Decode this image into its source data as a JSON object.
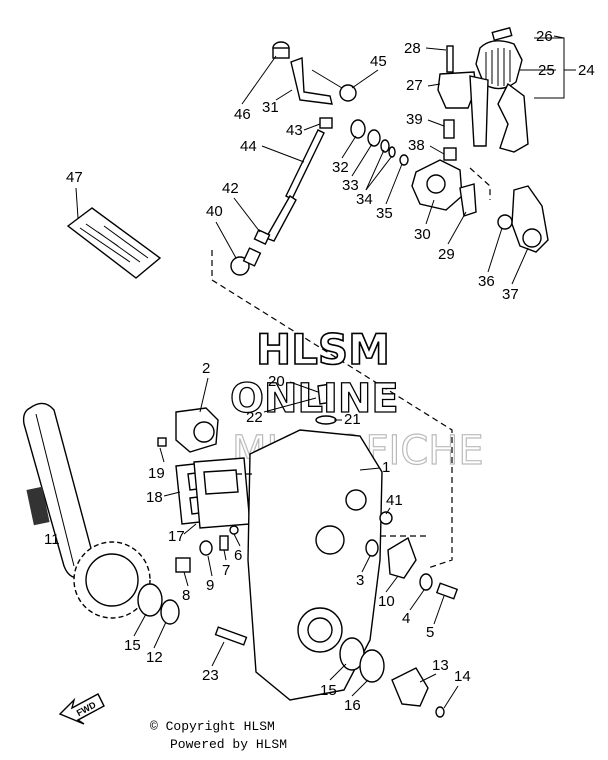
{
  "callouts": [
    {
      "label": "26"
    },
    {
      "label": "28"
    },
    {
      "label": "24"
    },
    {
      "label": "25"
    },
    {
      "label": "45"
    },
    {
      "label": "27"
    },
    {
      "label": "46"
    },
    {
      "label": "31"
    },
    {
      "label": "39"
    },
    {
      "label": "43"
    },
    {
      "label": "44"
    },
    {
      "label": "38"
    },
    {
      "label": "32"
    },
    {
      "label": "33"
    },
    {
      "label": "34"
    },
    {
      "label": "35"
    },
    {
      "label": "47"
    },
    {
      "label": "42"
    },
    {
      "label": "40"
    },
    {
      "label": "30"
    },
    {
      "label": "29"
    },
    {
      "label": "36"
    },
    {
      "label": "37"
    },
    {
      "label": "2"
    },
    {
      "label": "20"
    },
    {
      "label": "22"
    },
    {
      "label": "21"
    },
    {
      "label": "1"
    },
    {
      "label": "19"
    },
    {
      "label": "18"
    },
    {
      "label": "41"
    },
    {
      "label": "17"
    },
    {
      "label": "11"
    },
    {
      "label": "6"
    },
    {
      "label": "7"
    },
    {
      "label": "3"
    },
    {
      "label": "8"
    },
    {
      "label": "9"
    },
    {
      "label": "10"
    },
    {
      "label": "4"
    },
    {
      "label": "5"
    },
    {
      "label": "15"
    },
    {
      "label": "12"
    },
    {
      "label": "23"
    },
    {
      "label": "13"
    },
    {
      "label": "14"
    },
    {
      "label": "15"
    },
    {
      "label": "16"
    }
  ],
  "watermark": {
    "line1": "HLSM",
    "line2": "ONLINE",
    "line3": "MICROFICHE"
  },
  "fwd_label": "FWD",
  "footer": {
    "copyright": "© Copyright HLSM",
    "powered": "Powered by HLSM"
  }
}
